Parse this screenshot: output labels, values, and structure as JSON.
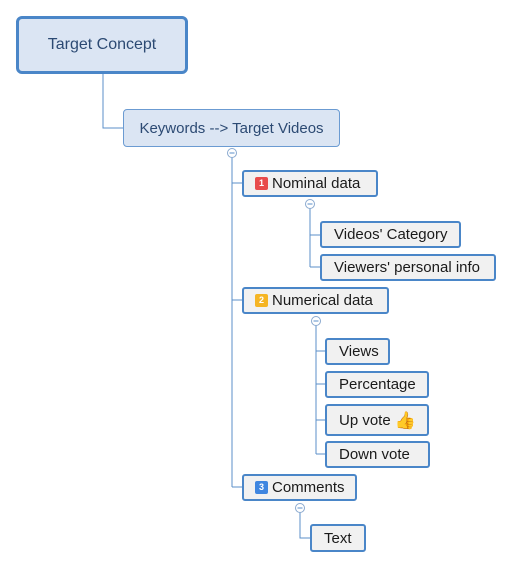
{
  "root": {
    "label": "Target Concept"
  },
  "level1": {
    "label": "Keywords --> Target Videos"
  },
  "categories": [
    {
      "badge": "1",
      "badge_color": "#e84b4b",
      "label": "Nominal data",
      "children": [
        "Videos' Category",
        "Viewers' personal info"
      ]
    },
    {
      "badge": "2",
      "badge_color": "#f5b524",
      "label": "Numerical data",
      "children": [
        "Views",
        "Percentage",
        "Up vote",
        "Down vote"
      ]
    },
    {
      "badge": "3",
      "badge_color": "#3f86e0",
      "label": "Comments",
      "children": [
        "Text"
      ]
    }
  ],
  "icons": {
    "thumbs_up_item": "thumbs-up-icon",
    "collapse_toggle": "minus-icon"
  }
}
